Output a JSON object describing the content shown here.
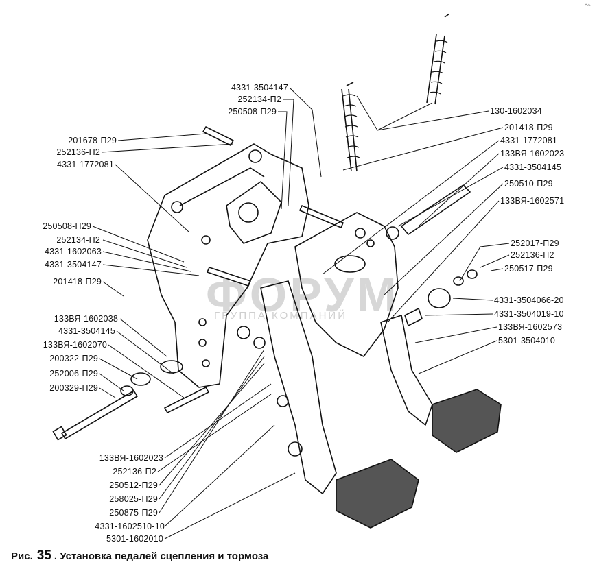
{
  "labels": {
    "left": [
      "201678-П29",
      "252136-П2",
      "4331-1772081",
      "250508-П29",
      "252134-П2",
      "4331-1602063",
      "4331-3504147",
      "201418-П29",
      "133ВЯ-1602038",
      "4331-3504145",
      "133ВЯ-1602070",
      "200322-П29",
      "252006-П29",
      "200329-П29"
    ],
    "top": [
      "4331-3504147",
      "252134-П2",
      "250508-П29"
    ],
    "right": [
      "130-1602034",
      "201418-П29",
      "4331-1772081",
      "133ВЯ-1602023",
      "4331-3504145",
      "250510-П29",
      "133ВЯ-1602571",
      "252017-П29",
      "252136-П2",
      "250517-П29",
      "4331-3504066-20",
      "4331-3504019-10",
      "133ВЯ-1602573",
      "5301-3504010"
    ],
    "bottom": [
      "133ВЯ-1602023",
      "252136-П2",
      "250512-П29",
      "258025-П29",
      "250875-П29",
      "4331-1602510-10",
      "5301-1602010"
    ]
  },
  "caption": {
    "prefix": "Рис.",
    "number": "35",
    "text": ". Установка педалей сцепления и тормоза"
  },
  "corner_mark": "^^",
  "watermark": {
    "main": "ФОРУМ",
    "sub": "ГРУППА КОМПАНИЙ"
  }
}
